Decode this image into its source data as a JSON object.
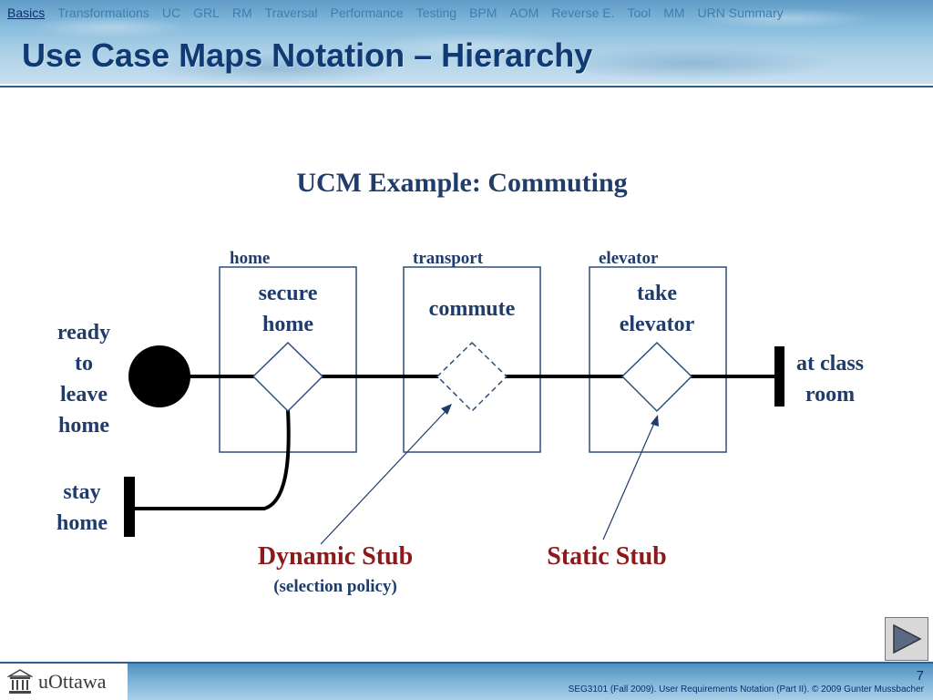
{
  "nav": {
    "items": [
      "Basics",
      "Transformations",
      "UC",
      "GRL",
      "RM",
      "Traversal",
      "Performance",
      "Testing",
      "BPM",
      "AOM",
      "Reverse E.",
      "Tool",
      "MM",
      "URN Summary"
    ],
    "active_index": 0
  },
  "slide": {
    "title": "Use Case Maps Notation – Hierarchy",
    "page_number": "7",
    "footer_text": "SEG3101 (Fall 2009).   User Requirements Notation (Part II).   © 2009 Gunter Mussbacher",
    "logo_text": "uOttawa"
  },
  "diagram": {
    "title": "UCM Example: Commuting",
    "components": [
      {
        "id": "home",
        "label": "home",
        "stub_label": [
          "secure",
          "home"
        ]
      },
      {
        "id": "transport",
        "label": "transport",
        "stub_label": [
          "commute"
        ]
      },
      {
        "id": "elevator",
        "label": "elevator",
        "stub_label": [
          "take",
          "elevator"
        ]
      }
    ],
    "start_point_label": [
      "ready",
      "to",
      "leave",
      "home"
    ],
    "end_point_label": [
      "at class",
      "room"
    ],
    "alt_end_label": [
      "stay",
      "home"
    ],
    "dynamic_stub_label": "Dynamic Stub",
    "dynamic_stub_note": "(selection policy)",
    "static_stub_label": "Static Stub"
  },
  "colors": {
    "title": "#0f3a73",
    "diagram_title": "#1f3c6b",
    "annotation": "#8b1a1a",
    "component_border": "#2d4f7a"
  }
}
